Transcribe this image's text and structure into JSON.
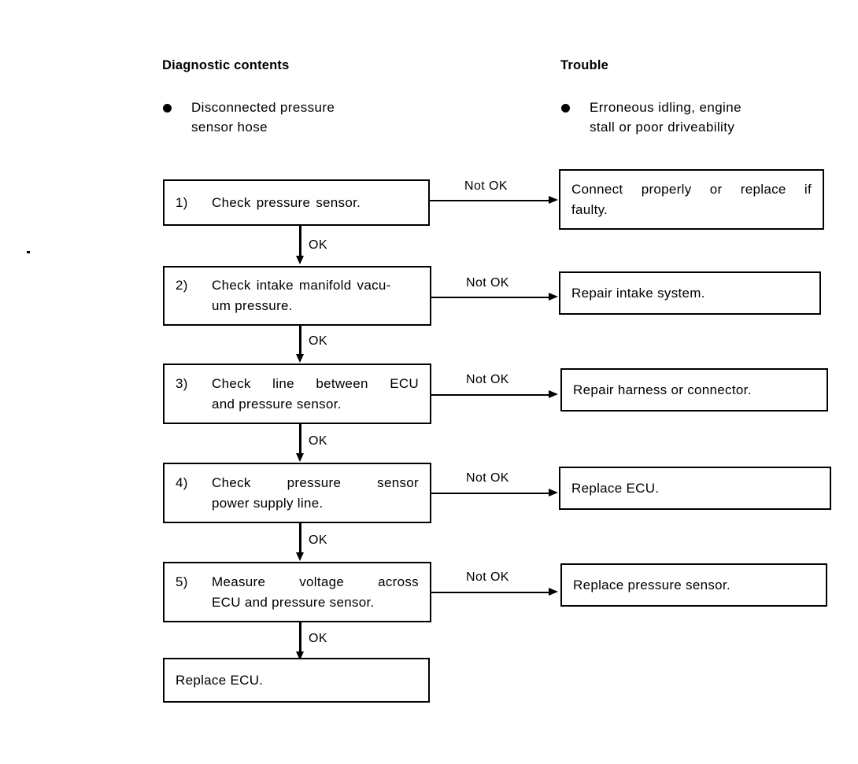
{
  "headers": {
    "left": "Diagnostic contents",
    "right": "Trouble"
  },
  "bullets": {
    "left": "Disconnected pressure\nsensor hose",
    "right": "Erroneous idling, engine\nstall or poor driveability"
  },
  "edge_labels": {
    "ok": "OK",
    "not_ok": "Not OK"
  },
  "steps": [
    {
      "num": "1)",
      "line1_words": [
        "Check",
        "pressure",
        "sensor."
      ],
      "line1_justify": "left",
      "line2": "",
      "not_ok": "Not OK",
      "ok": "OK",
      "trouble_line1_words": [
        "Connect",
        "properly",
        "or",
        "replace",
        "if"
      ],
      "trouble_line1_justify": "justified",
      "trouble_line2": "faulty."
    },
    {
      "num": "2)",
      "line1_words": [
        "Check",
        "intake",
        "manifold",
        "vacu-"
      ],
      "line1_justify": "left",
      "line2": "um pressure.",
      "not_ok": "Not OK",
      "ok": "OK",
      "trouble_line1_words": [
        "Repair intake system."
      ],
      "trouble_line1_justify": "left",
      "trouble_line2": ""
    },
    {
      "num": "3)",
      "line1_words": [
        "Check",
        "line",
        "between",
        "ECU"
      ],
      "line1_justify": "justified",
      "line2": "and pressure sensor.",
      "not_ok": "Not OK",
      "ok": "OK",
      "trouble_line1_words": [
        "Repair harness or connector."
      ],
      "trouble_line1_justify": "left",
      "trouble_line2": ""
    },
    {
      "num": "4)",
      "line1_words": [
        "Check",
        "pressure",
        "sensor"
      ],
      "line1_justify": "justified",
      "line2": "power supply line.",
      "not_ok": "Not OK",
      "ok": "OK",
      "trouble_line1_words": [
        "Replace ECU."
      ],
      "trouble_line1_justify": "left",
      "trouble_line2": ""
    },
    {
      "num": "5)",
      "line1_words": [
        "Measure",
        "voltage",
        "across"
      ],
      "line1_justify": "justified",
      "line2": "ECU and pressure sensor.",
      "not_ok": "Not OK",
      "ok": "OK",
      "trouble_line1_words": [
        "Replace pressure sensor."
      ],
      "trouble_line1_justify": "left",
      "trouble_line2": ""
    }
  ],
  "final_box": {
    "text": "Replace ECU."
  },
  "colors": {
    "ink": "#000000",
    "paper": "#ffffff"
  }
}
